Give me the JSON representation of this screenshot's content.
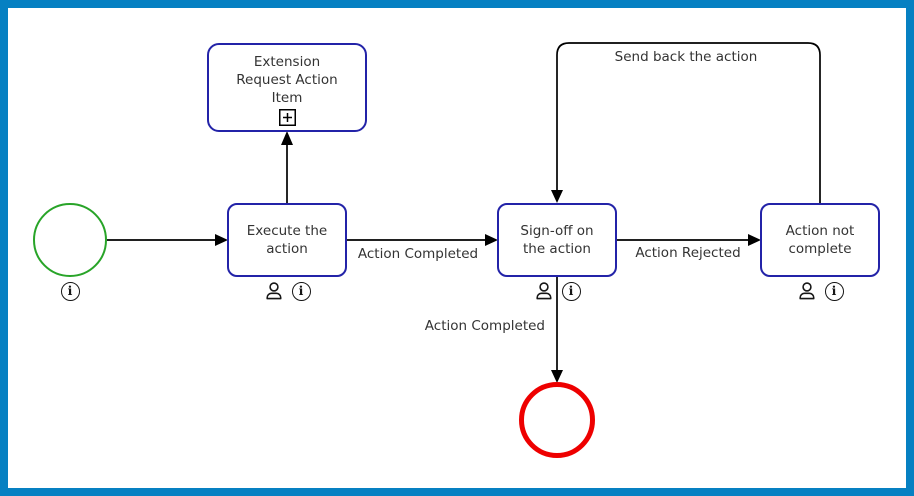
{
  "colors": {
    "frame": "#0680c2",
    "task_border": "#2323a8",
    "start_event": "#28a428",
    "end_event": "#ee0000",
    "line": "#000000",
    "text": "#333333"
  },
  "nodes": {
    "extension": {
      "lines": [
        "Extension",
        "Request Action",
        "Item"
      ]
    },
    "execute": {
      "lines": [
        "Execute the",
        "action"
      ]
    },
    "signoff": {
      "lines": [
        "Sign-off on",
        "the action"
      ]
    },
    "not_complete": {
      "lines": [
        "Action not",
        "complete"
      ]
    }
  },
  "edges": {
    "execute_to_signoff": {
      "label": "Action Completed"
    },
    "signoff_to_not_complete": {
      "label": "Action Rejected"
    },
    "signoff_to_end": {
      "label": "Action Completed"
    },
    "not_complete_to_signoff": {
      "label": "Send back the action"
    }
  },
  "icons": {
    "info_glyph": "i"
  }
}
